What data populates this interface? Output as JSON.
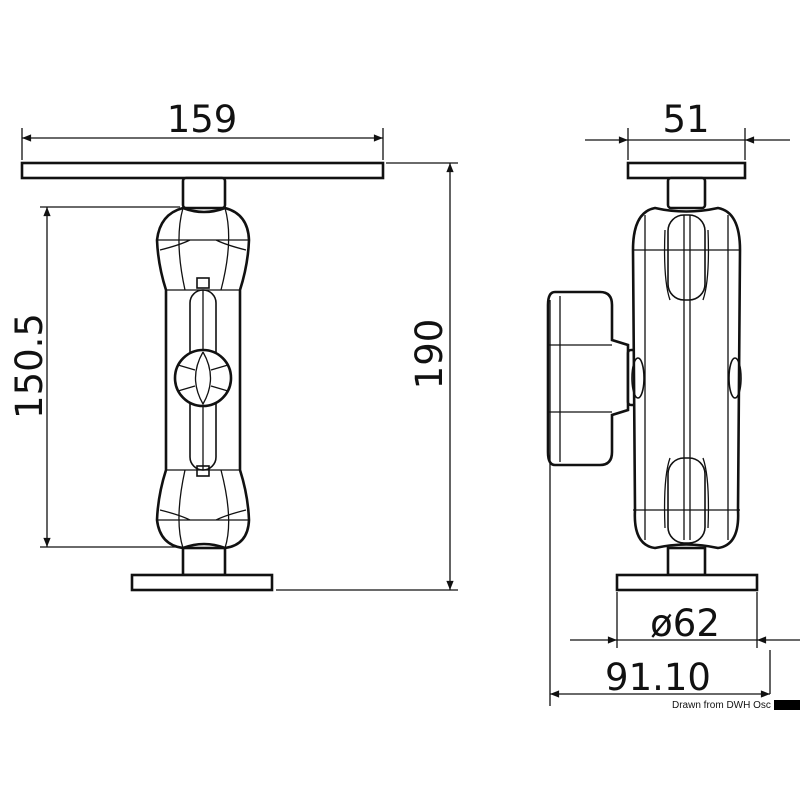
{
  "dimensions": {
    "top_plate_width": "159",
    "arm_length": "150.5",
    "total_height": "190",
    "side_plate_width": "51",
    "base_diameter": "ø62",
    "total_depth": "91.10"
  },
  "watermark": "Drawn from DWH Osc"
}
